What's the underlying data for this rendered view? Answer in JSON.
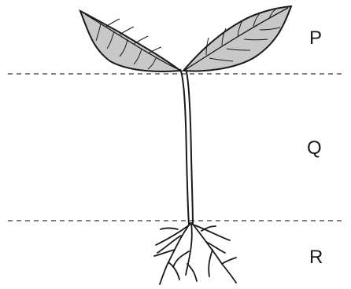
{
  "regions": [
    {
      "key": "p",
      "label": "P"
    },
    {
      "key": "q",
      "label": "Q"
    },
    {
      "key": "r",
      "label": "R"
    }
  ],
  "colors": {
    "outline": "#1a1a1a",
    "leaf_fill": "#c8c8c8",
    "background": "#ffffff"
  }
}
